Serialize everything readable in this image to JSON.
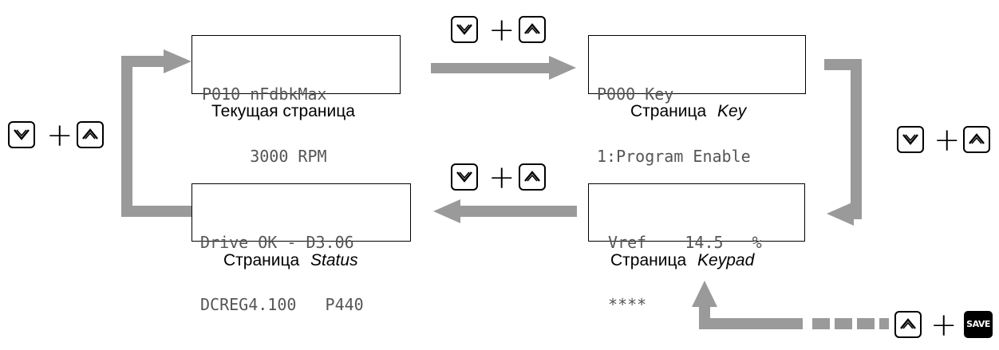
{
  "screens": {
    "current": {
      "line1": "P010 nFdbkMax",
      "line2": "     3000 RPM"
    },
    "key": {
      "line1": "P000 Key",
      "line2": "1:Program Enable"
    },
    "status": {
      "line1": "Drive OK - D3.06",
      "line2": "DCREG4.100   P440"
    },
    "keypad": {
      "line1": " Vref    14.5   %",
      "line2": " ****"
    }
  },
  "captions": {
    "current": "Текущая страница",
    "key_prefix": "Страница",
    "key_italic": "Key",
    "status_prefix": "Страница",
    "status_italic": "Status",
    "keypad_prefix": "Страница",
    "keypad_italic": "Keypad"
  },
  "keys": {
    "plus": "+",
    "save_label": "SAVE",
    "down_icon": "down-arrow-key-icon",
    "up_icon": "up-arrow-key-icon"
  },
  "colors": {
    "arrow": "#9a9a9a",
    "lcd_text": "#555555",
    "border": "#000000"
  }
}
